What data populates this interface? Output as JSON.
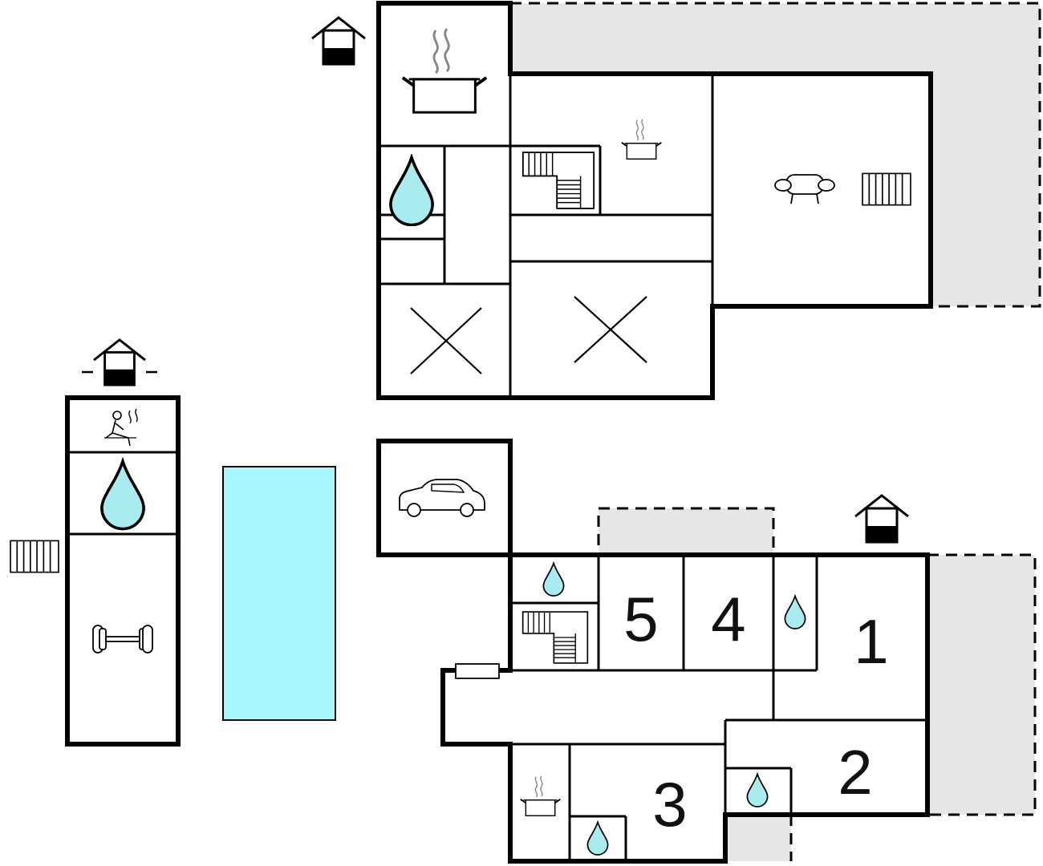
{
  "room_numbers": {
    "room_1": "1",
    "room_2": "2",
    "room_3": "3",
    "room_4": "4",
    "room_5": "5"
  },
  "colors": {
    "wall": "#000000",
    "pool": "#a6f7ff",
    "water_drop": "#a9ecef",
    "terrace": "#e6e6e6",
    "background": "#ffffff"
  },
  "icons": [
    "entrance-icon",
    "cooking-pot-icon",
    "bathroom-drop-icon",
    "staircase-icon",
    "sofa-icon",
    "radiator-icon",
    "bedroom-cross-icon",
    "sauna-icon",
    "dumbbell-icon",
    "car-icon",
    "swimming-pool"
  ]
}
